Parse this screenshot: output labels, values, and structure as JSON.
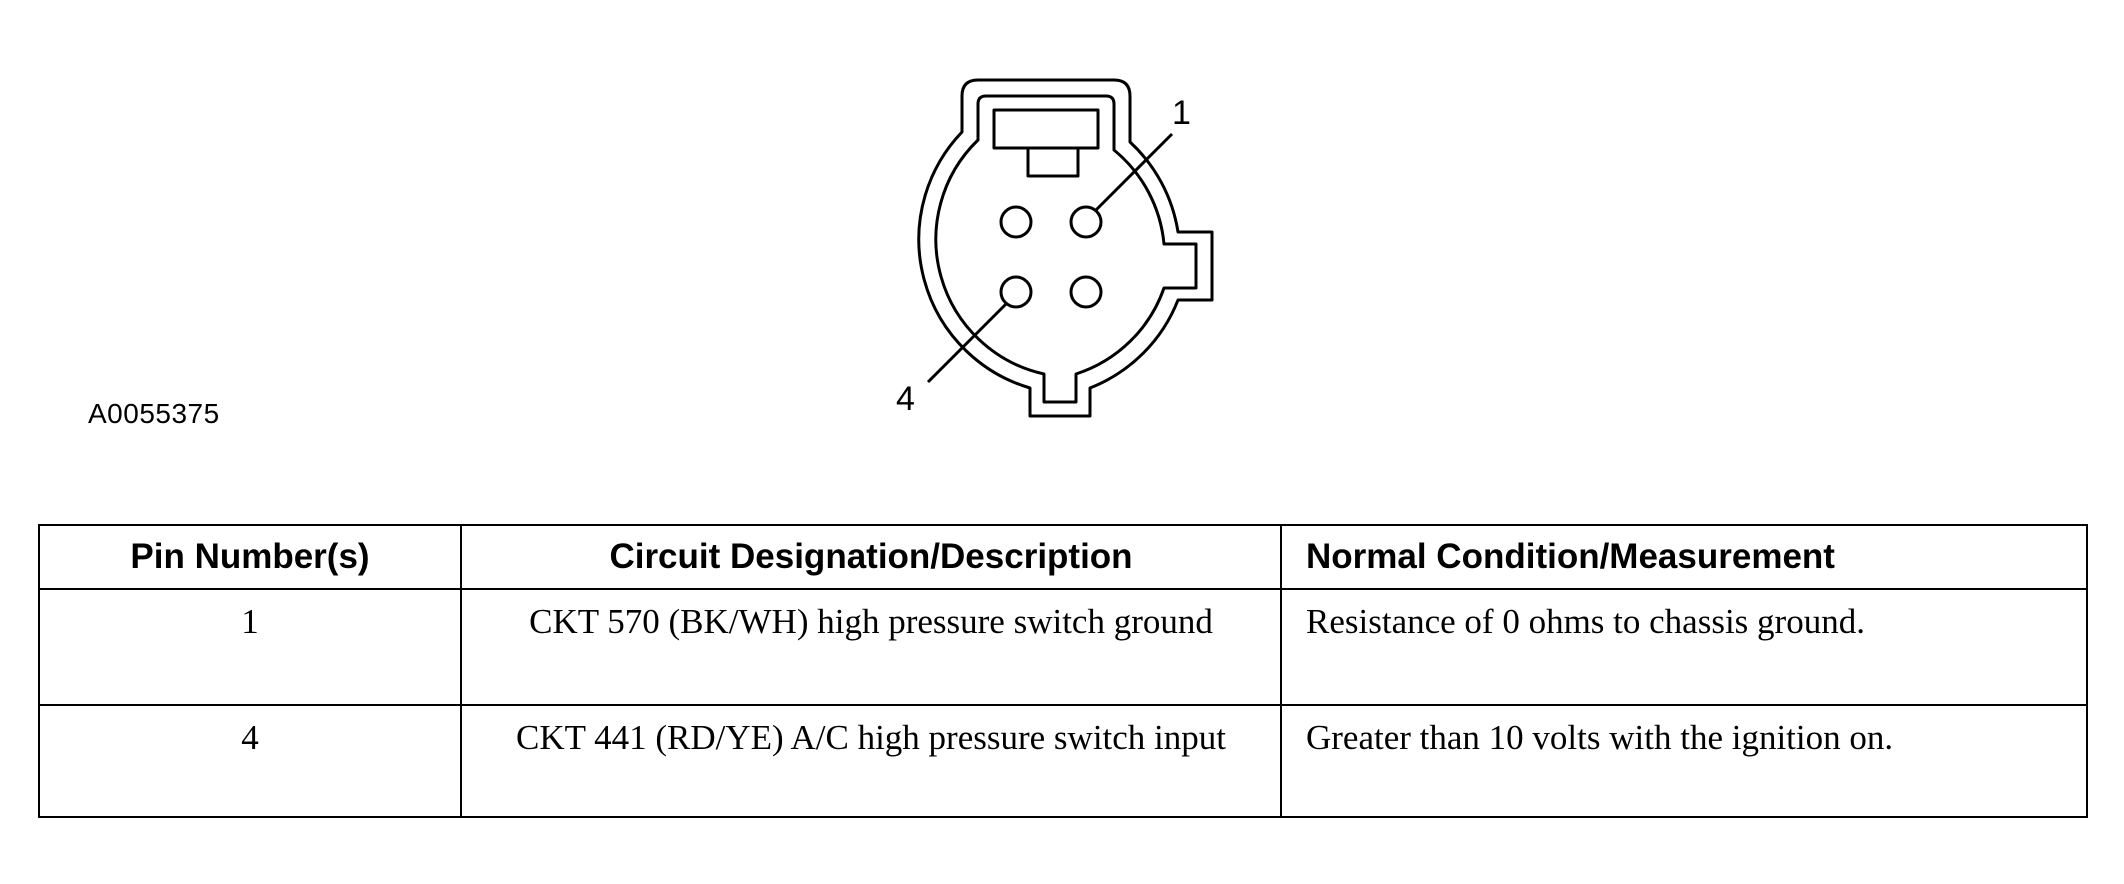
{
  "figure": {
    "id": "A0055375",
    "callouts": [
      "1",
      "4"
    ]
  },
  "table": {
    "headers": [
      "Pin Number(s)",
      "Circuit Designation/Description",
      "Normal Condition/Measurement"
    ],
    "rows": [
      {
        "pin": "1",
        "circuit": "CKT 570 (BK/WH) high pressure switch ground",
        "condition": "Resistance of 0 ohms to chassis ground."
      },
      {
        "pin": "4",
        "circuit": "CKT 441 (RD/YE) A/C high pressure switch input",
        "condition": "Greater than 10 volts with the ignition on."
      }
    ]
  }
}
